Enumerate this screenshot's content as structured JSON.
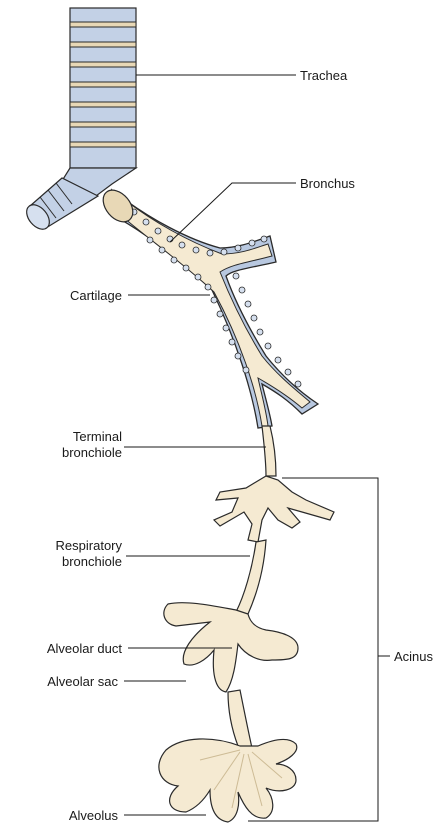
{
  "diagram": {
    "labels": {
      "trachea": "Trachea",
      "bronchus": "Bronchus",
      "cartilage": "Cartilage",
      "terminal_bronchiole_1": "Terminal",
      "terminal_bronchiole_2": "bronchiole",
      "respiratory_bronchiole_1": "Respiratory",
      "respiratory_bronchiole_2": "bronchiole",
      "alveolar_duct": "Alveolar duct",
      "alveolar_sac": "Alveolar sac",
      "alveolus": "Alveolus",
      "acinus": "Acinus"
    },
    "colors": {
      "tissue": "#f5ead2",
      "tissue_shade": "#e7d6b4",
      "cartilage_ring": "#b8c8e0",
      "cartilage_ring_dark": "#8fa4c6",
      "outline": "#2a2a2a"
    }
  }
}
